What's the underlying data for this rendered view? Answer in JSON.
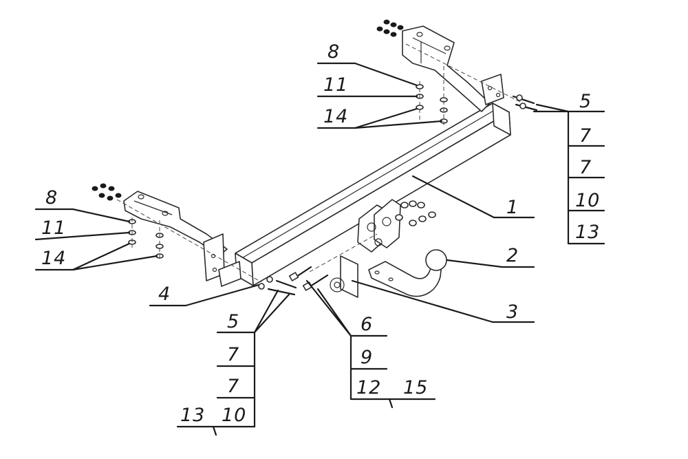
{
  "callouts": {
    "c1": "1",
    "c2": "2",
    "c3": "3",
    "c4": "4",
    "right_stack": [
      "5",
      "7",
      "7",
      "10",
      "13"
    ],
    "left_stack": [
      "8",
      "11",
      "14"
    ],
    "top_stack": [
      "8",
      "11",
      "14"
    ],
    "bottom_stack": [
      "5",
      "7",
      "7",
      "10"
    ],
    "bottom_stack_extra": "13",
    "mid_stack": [
      "6",
      "9",
      "12"
    ],
    "mid_stack_extra": "15"
  }
}
